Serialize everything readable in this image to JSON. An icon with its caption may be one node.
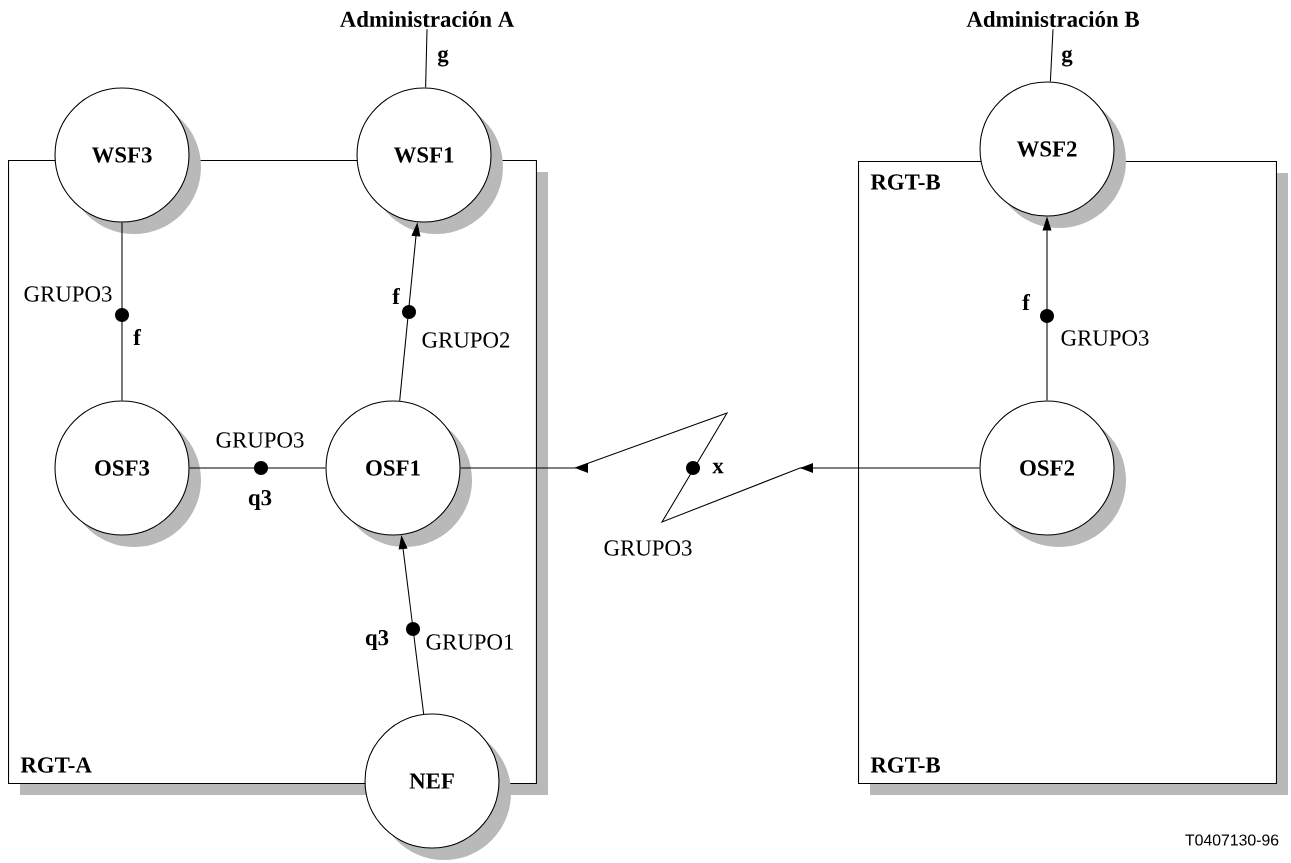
{
  "diagram": {
    "nodes": [
      {
        "text": [
          "RGT-A"
        ]
      },
      {
        "text": [
          "RGT-B",
          "RGT-B"
        ]
      },
      {
        "text": [
          "WSF3"
        ]
      },
      {
        "text": [
          "WSF1"
        ]
      },
      {
        "text": [
          "OSF3"
        ],
        "in": 0
      },
      {
        "text": [
          "OSF1"
        ],
        "in": 0
      },
      {
        "text": [
          "NEF"
        ]
      },
      {
        "text": [
          "WSF2"
        ]
      },
      {
        "text": [
          "OSF2"
        ],
        "in": 1
      },
      {
        "text": [
          "Administración A"
        ]
      },
      {
        "text": [
          "Administración B"
        ]
      }
    ],
    "edges": [
      {
        "from": 9,
        "to": 3,
        "arrow": "none",
        "label": "g"
      },
      {
        "from": 10,
        "to": 7,
        "arrow": "none",
        "label": "g"
      },
      {
        "from": 2,
        "to": 4,
        "arrow": "none",
        "label": "f"
      },
      {
        "from": 5,
        "to": 3,
        "arrow": "to",
        "label": "f"
      },
      {
        "from": 4,
        "to": 5,
        "arrow": "none",
        "label": "q3"
      },
      {
        "from": 6,
        "to": 5,
        "arrow": "to",
        "label": "q3"
      },
      {
        "from": 8,
        "to": 7,
        "arrow": "to",
        "label": "f"
      },
      {
        "from": 8,
        "to": 5,
        "arrow": "to",
        "label": "x"
      }
    ],
    "labels": [
      "GRUPO3",
      "GRUPO2",
      "GRUPO3",
      "GRUPO3",
      "GRUPO3",
      "GRUPO1",
      "T0407130-96"
    ]
  }
}
